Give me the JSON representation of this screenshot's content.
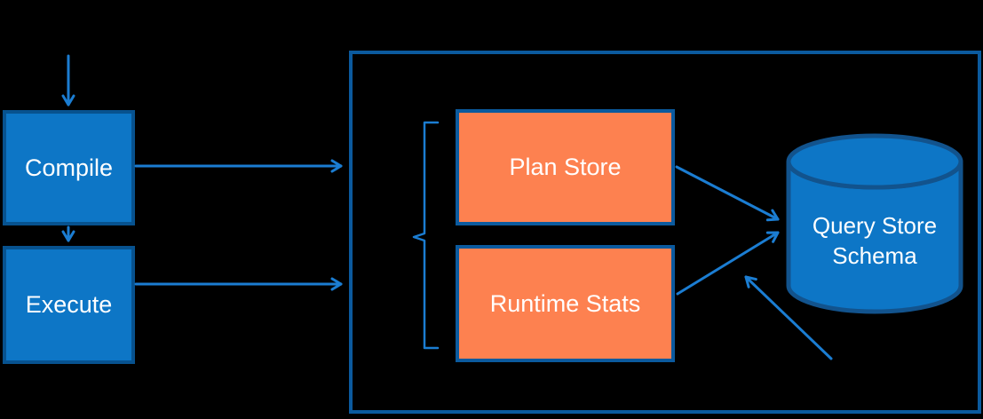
{
  "diagram": {
    "background_color": "#000000",
    "nodes": {
      "compile": {
        "label": "Compile"
      },
      "execute": {
        "label": "Execute"
      },
      "plan_store": {
        "label": "Plan Store"
      },
      "runtime_stats": {
        "label": "Runtime Stats"
      },
      "query_store_schema": {
        "label_line1": "Query Store",
        "label_line2": "Schema"
      }
    },
    "colors": {
      "process_box_fill": "#0d76c6",
      "process_box_border": "#07528f",
      "store_box_fill": "#fd8150",
      "store_box_border": "#0b5a9e",
      "container_border": "#0b5a9e",
      "arrow": "#1b7dd2",
      "cylinder_fill": "#0d76c6",
      "cylinder_border": "#12538d",
      "text": "#ffffff"
    }
  }
}
